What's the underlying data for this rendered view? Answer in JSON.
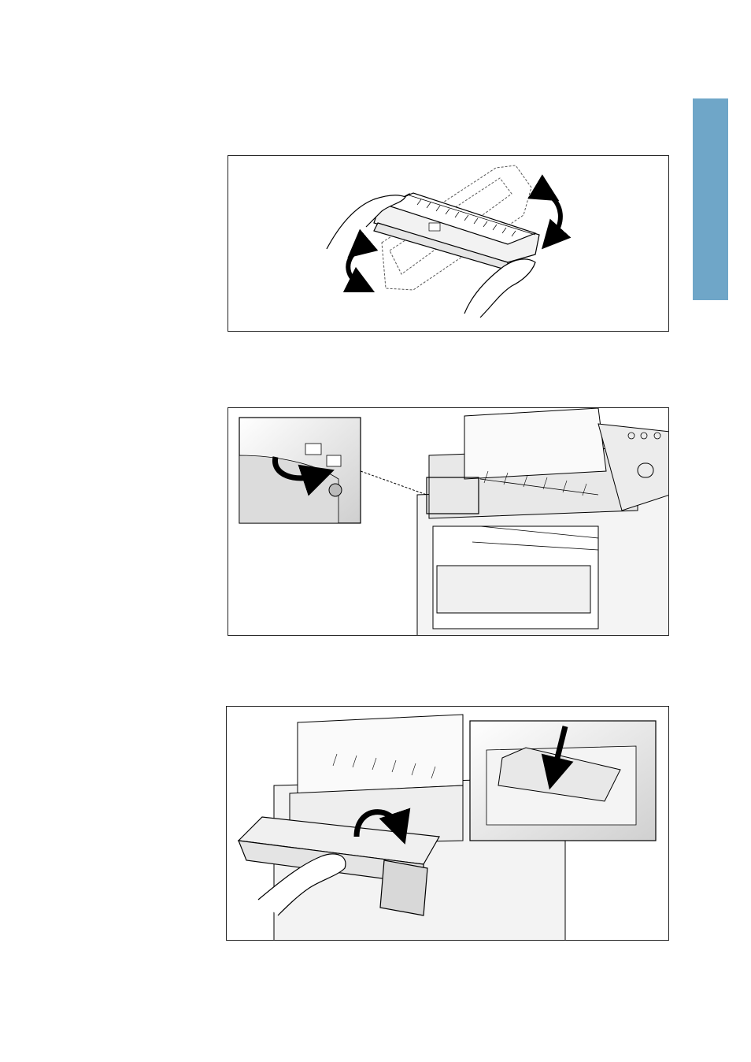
{
  "page": {
    "accent_color": "#6fa6c8",
    "figures": [
      {
        "subject": "toner-cartridge-shake",
        "arrows": "curved-double"
      },
      {
        "subject": "printer-open-cover-inset",
        "arrows": "curved"
      },
      {
        "subject": "insert-cartridge-inset",
        "arrows": "curved-and-down"
      }
    ]
  }
}
